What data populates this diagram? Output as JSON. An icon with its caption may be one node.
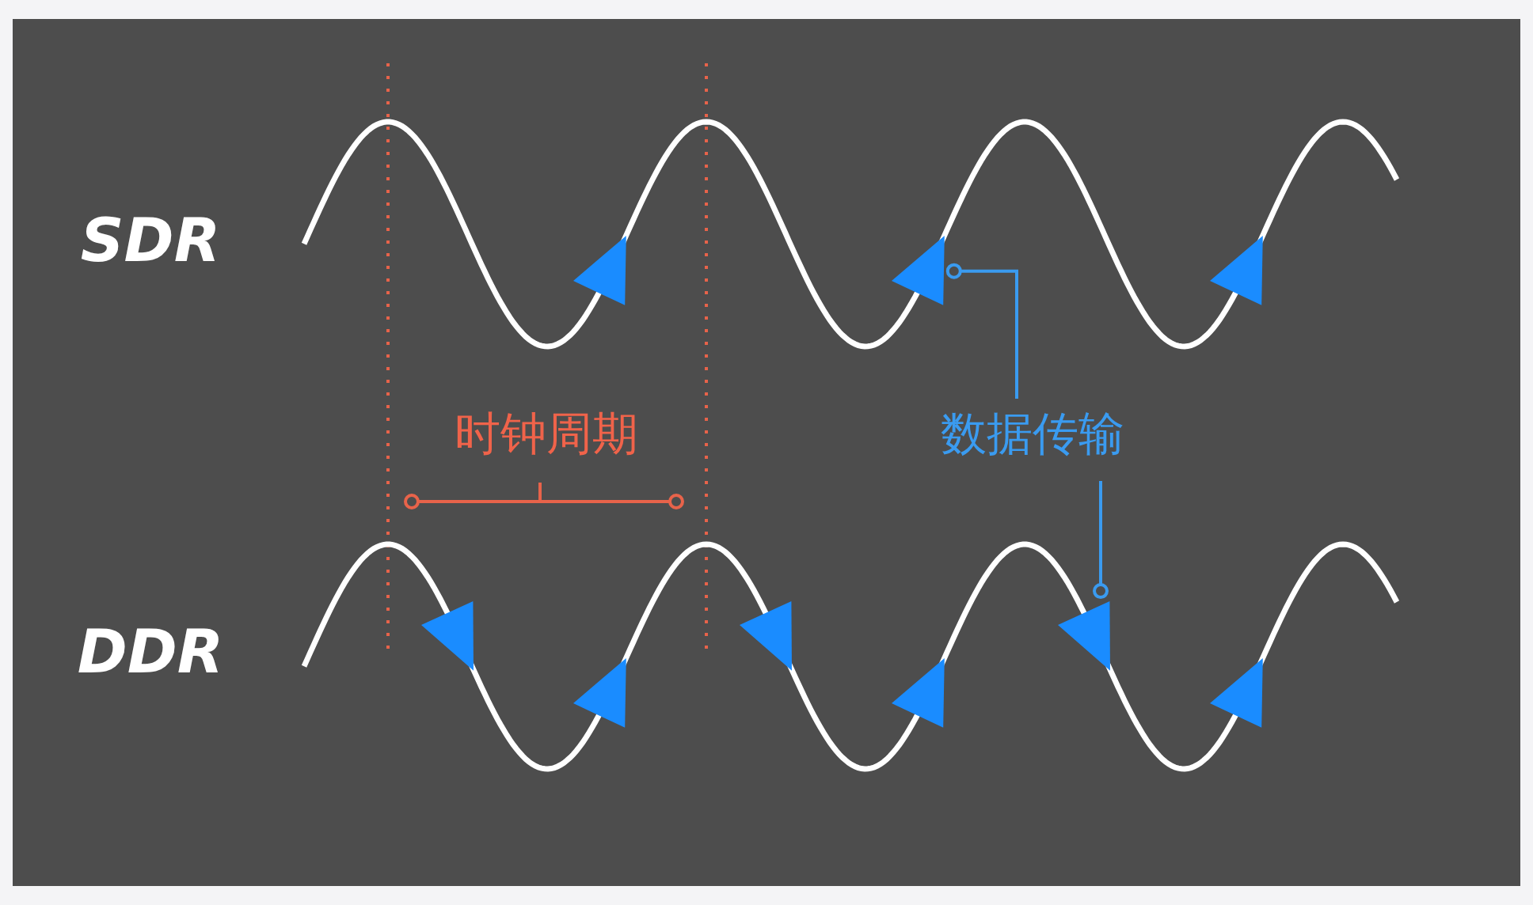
{
  "diagram": {
    "nodes": [
      {
        "text": [],
        "shape": "triangle"
      },
      {
        "text": [],
        "shape": "triangle"
      },
      {
        "text": [],
        "shape": "triangle"
      },
      {
        "text": [
          "数据传输"
        ]
      },
      {
        "text": [],
        "shape": "triangle"
      },
      {
        "text": [],
        "shape": "triangle"
      },
      {
        "text": [],
        "shape": "triangle"
      },
      {
        "text": [],
        "shape": "triangle"
      },
      {
        "text": [],
        "shape": "triangle"
      },
      {
        "text": [],
        "shape": "triangle"
      }
    ],
    "edges": [
      {
        "from": 3,
        "to": 1,
        "arrow": "other"
      },
      {
        "from": 3,
        "to": 8,
        "arrow": "other"
      }
    ],
    "labels": [
      "SDR",
      "DDR",
      "时钟周期"
    ]
  }
}
